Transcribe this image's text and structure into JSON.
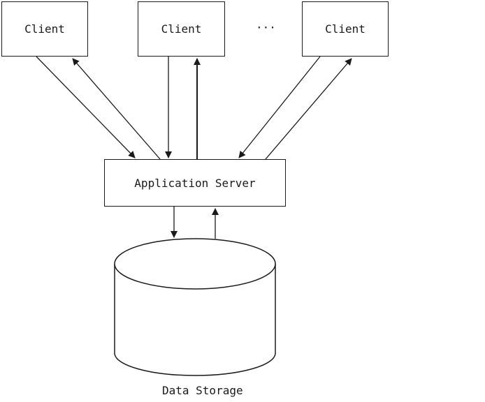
{
  "clients": [
    {
      "label": "Client"
    },
    {
      "label": "Client"
    },
    {
      "label": "Client"
    }
  ],
  "ellipsis": "···",
  "server": {
    "label": "Application Server"
  },
  "storage": {
    "label": "Data Storage"
  }
}
